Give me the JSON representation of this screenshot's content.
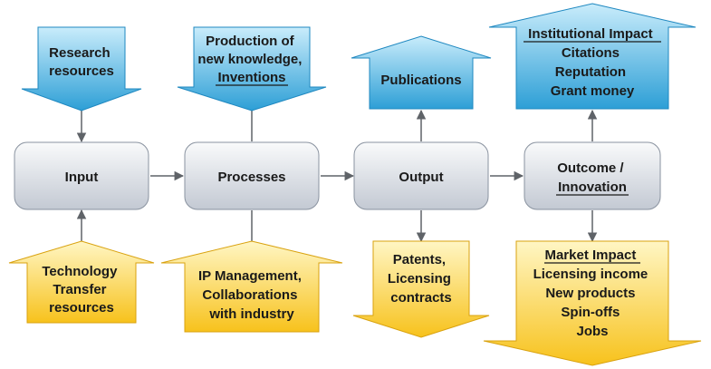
{
  "process": [
    {
      "label": "Input",
      "label2": ""
    },
    {
      "label": "Processes",
      "label2": ""
    },
    {
      "label": "Output",
      "label2": ""
    },
    {
      "label": "Outcome /",
      "label2": "Innovation"
    }
  ],
  "top": [
    {
      "lines": [
        "Research",
        "resources"
      ]
    },
    {
      "lines": [
        "Production of",
        "new knowledge,",
        "Inventions"
      ]
    },
    {
      "lines": [
        "Publications"
      ]
    },
    {
      "lines": [
        "Institutional Impact",
        "Citations",
        "Reputation",
        "Grant money"
      ]
    }
  ],
  "bottom": [
    {
      "lines": [
        "Technology",
        "Transfer",
        "resources"
      ]
    },
    {
      "lines": [
        "IP Management,",
        "Collaborations",
        "with industry"
      ]
    },
    {
      "lines": [
        "Patents,",
        "Licensing",
        "contracts"
      ]
    },
    {
      "lines": [
        "Market Impact",
        "Licensing income",
        "New products",
        "Spin-offs",
        "Jobs"
      ]
    }
  ],
  "colors": {
    "blue_top": "#c9ecfb",
    "blue_bottom": "#2d9fd6",
    "yellow_top": "#fff6c4",
    "yellow_bottom": "#f7c21c",
    "box_top": "#f7f8fa",
    "box_bottom": "#c6ccd6",
    "connector": "#5f6368"
  }
}
